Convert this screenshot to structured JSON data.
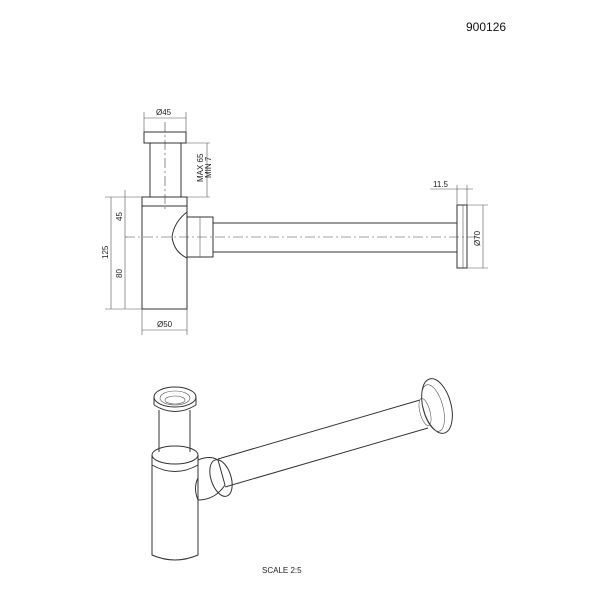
{
  "drawing": {
    "product_code": "900126",
    "scale_label": "SCALE  2:5",
    "dimensions": {
      "top_diameter": "Ø45",
      "height_adjust_max": "MAX 65",
      "height_adjust_min": "MIN 7",
      "total_height": "125",
      "upper_height": "45",
      "lower_height": "80",
      "body_diameter": "Ø50",
      "flange_thickness": "11.5",
      "flange_diameter": "Ø70"
    }
  }
}
